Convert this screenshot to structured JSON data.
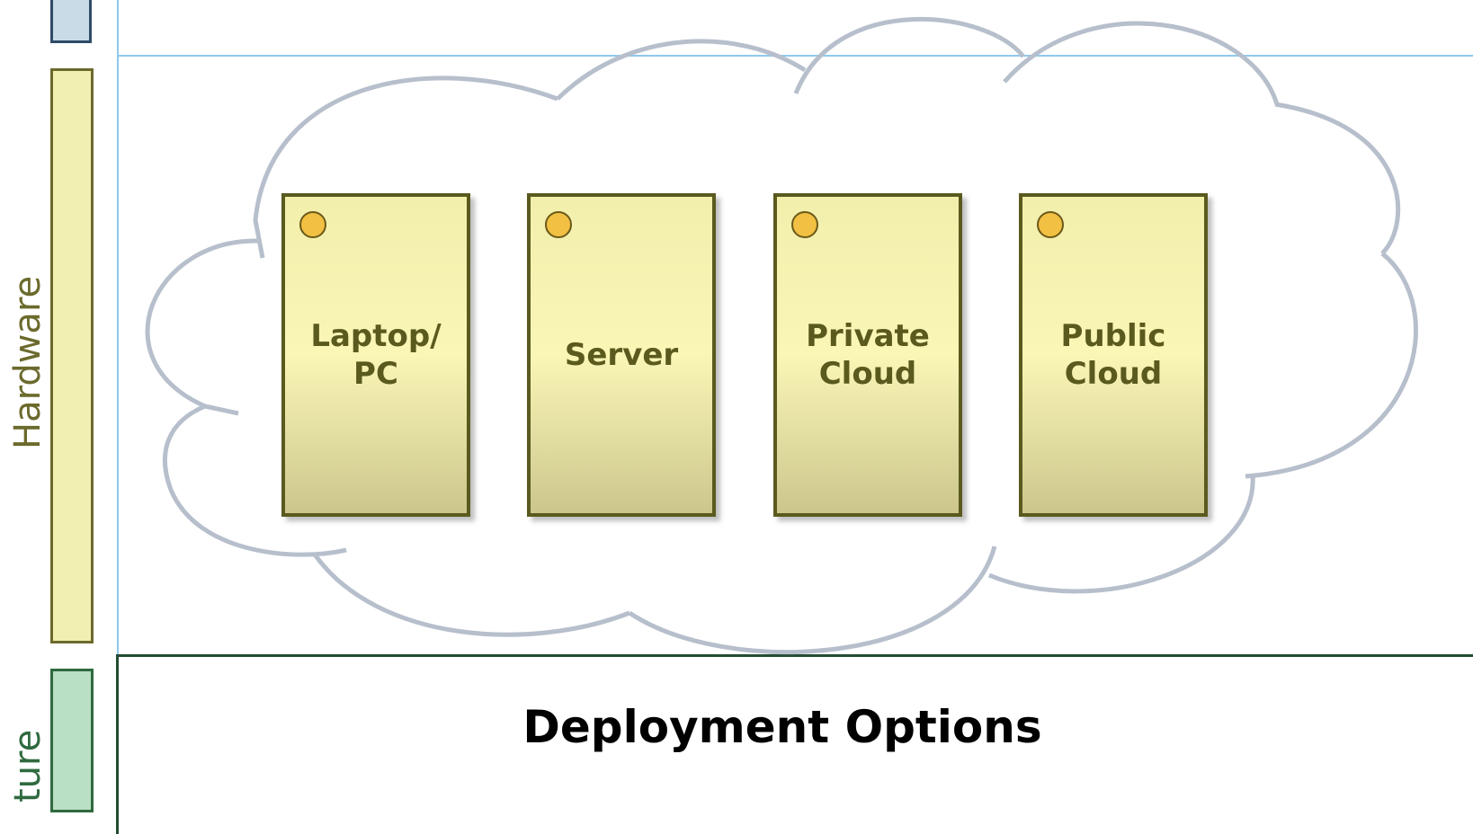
{
  "layers": {
    "hardware_label": "Hardware",
    "infrastructure_label": "ture"
  },
  "nodes": [
    {
      "label": "Laptop/\nPC"
    },
    {
      "label": "Server"
    },
    {
      "label": "Private\nCloud"
    },
    {
      "label": "Public\nCloud"
    }
  ],
  "title": "Deployment Options",
  "colors": {
    "hardware": "#f1efb2",
    "infrastructure": "#b9dfc5",
    "top_layer": "#c9dbe7",
    "node_border": "#5b5a1e",
    "node_dot": "#f2c042",
    "cloud_stroke": "#b7bfcc"
  }
}
